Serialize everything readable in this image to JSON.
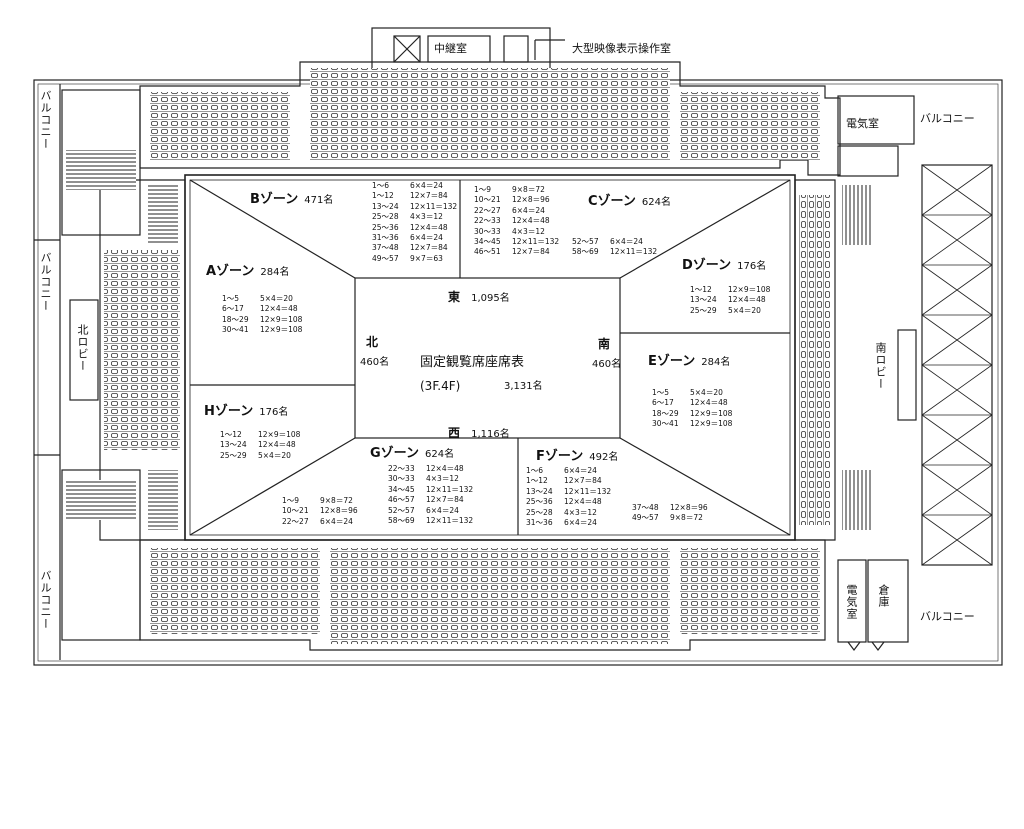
{
  "rooms": {
    "relay": "中継室",
    "screen_control": "大型映像表示操作室",
    "electric_ne": "電気室",
    "electric_se": "電気室",
    "storage": "倉庫"
  },
  "balconies": {
    "nw": "バルコニー",
    "w": "バルコニー",
    "sw": "バルコニー",
    "ne": "バルコニー",
    "se": "バルコニー"
  },
  "lobbies": {
    "north": "北ロビー",
    "south": "南ロビー"
  },
  "center": {
    "title": "固定観覧席座席表",
    "floors": "(3F.4F)",
    "total": "3,131名",
    "east": {
      "label": "東",
      "count": "1,095名"
    },
    "west": {
      "label": "西",
      "count": "1,116名"
    },
    "north": {
      "label": "北",
      "count": "460名"
    },
    "south": {
      "label": "南",
      "count": "460名"
    }
  },
  "zones": {
    "A": {
      "name": "Aゾーン",
      "count": "284名",
      "rows": [
        [
          "1～5",
          "5×4＝20"
        ],
        [
          "6～17",
          "12×4＝48"
        ],
        [
          "18～29",
          "12×9＝108"
        ],
        [
          "30～41",
          "12×9＝108"
        ]
      ]
    },
    "B": {
      "name": "Bゾーン",
      "count": "471名",
      "rows": [
        [
          "1～6",
          "6×4＝24"
        ],
        [
          "1～12",
          "12×7＝84"
        ],
        [
          "13～24",
          "12×11＝132"
        ],
        [
          "25～28",
          "4×3＝12"
        ],
        [
          "25～36",
          "12×4＝48"
        ],
        [
          "31～36",
          "6×4＝24"
        ],
        [
          "37～48",
          "12×7＝84"
        ],
        [
          "49～57",
          "9×7＝63"
        ]
      ]
    },
    "C": {
      "name": "Cゾーン",
      "count": "624名",
      "rows": [
        [
          "1～9",
          "9×8＝72"
        ],
        [
          "10～21",
          "12×8＝96"
        ],
        [
          "22～27",
          "6×4＝24"
        ],
        [
          "22～33",
          "12×4＝48"
        ],
        [
          "30～33",
          "4×3＝12"
        ],
        [
          "34～45",
          "12×11＝132"
        ],
        [
          "46～51",
          "12×7＝84"
        ]
      ],
      "rows2": [
        [
          "52～57",
          "6×4＝24"
        ],
        [
          "58～69",
          "12×11＝132"
        ]
      ]
    },
    "D": {
      "name": "Dゾーン",
      "count": "176名",
      "rows": [
        [
          "1～12",
          "12×9＝108"
        ],
        [
          "13～24",
          "12×4＝48"
        ],
        [
          "25～29",
          "5×4＝20"
        ]
      ]
    },
    "E": {
      "name": "Eゾーン",
      "count": "284名",
      "rows": [
        [
          "1～5",
          "5×4＝20"
        ],
        [
          "6～17",
          "12×4＝48"
        ],
        [
          "18～29",
          "12×9＝108"
        ],
        [
          "30～41",
          "12×9＝108"
        ]
      ]
    },
    "F": {
      "name": "Fゾーン",
      "count": "492名",
      "rows": [
        [
          "1～6",
          "6×4＝24"
        ],
        [
          "1～12",
          "12×7＝84"
        ],
        [
          "13～24",
          "12×11＝132"
        ],
        [
          "25～36",
          "12×4＝48"
        ],
        [
          "25～28",
          "4×3＝12"
        ],
        [
          "31～36",
          "6×4＝24"
        ]
      ],
      "rows2": [
        [
          "37～48",
          "12×8＝96"
        ],
        [
          "49～57",
          "9×8＝72"
        ]
      ]
    },
    "G": {
      "name": "Gゾーン",
      "count": "624名",
      "rows": [
        [
          "22～33",
          "12×4＝48"
        ],
        [
          "30～33",
          "4×3＝12"
        ],
        [
          "34～45",
          "12×11＝132"
        ],
        [
          "46～57",
          "12×7＝84"
        ],
        [
          "52～57",
          "6×4＝24"
        ],
        [
          "58～69",
          "12×11＝132"
        ]
      ],
      "rows2": [
        [
          "1～9",
          "9×8＝72"
        ],
        [
          "10～21",
          "12×8＝96"
        ],
        [
          "22～27",
          "6×4＝24"
        ]
      ]
    },
    "H": {
      "name": "Hゾーン",
      "count": "176名",
      "rows": [
        [
          "1～12",
          "12×9＝108"
        ],
        [
          "13～24",
          "12×4＝48"
        ],
        [
          "25～29",
          "5×4＝20"
        ]
      ]
    }
  }
}
